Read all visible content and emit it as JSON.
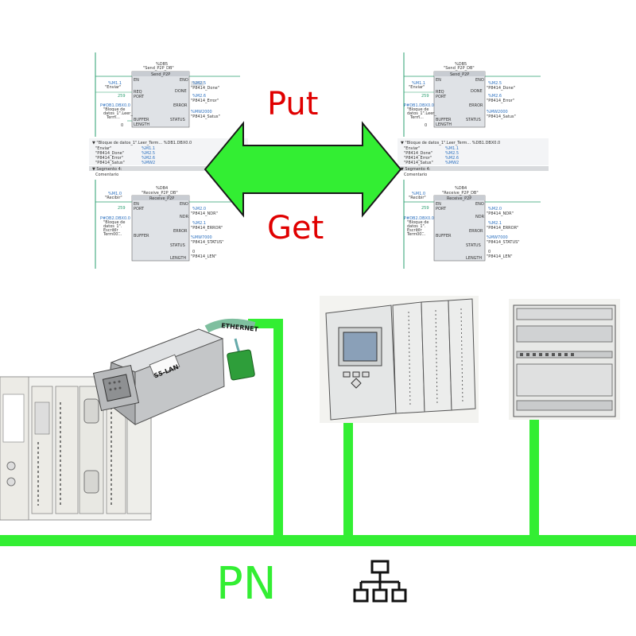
{
  "labels": {
    "put": "Put",
    "get": "Get",
    "network": "PN"
  },
  "ladder_left": {
    "send_block": {
      "db": "%DB5",
      "instance": "\"Send_P2P_DB\"",
      "type": "Send_P2P",
      "en": "EN",
      "eno": "ENO"
    },
    "receive_block": {
      "db": "%DB4",
      "instance": "\"Receive_P2P_DB\"",
      "type": "Receive_P2P",
      "en": "EN",
      "eno": "ENO"
    },
    "send_pins": [
      "REQ",
      "PORT",
      "BUFFER",
      "LENGTH",
      "DONE",
      "ERROR",
      "STATUS"
    ],
    "receive_pins": [
      "PORT",
      "BUFFER",
      "NDR",
      "ERROR",
      "STATUS",
      "LENGTH"
    ],
    "send_inputs": [
      "%M1.1",
      "\"Enviar\"",
      "259",
      "P#DB1.DBX0.0",
      "0"
    ],
    "receive_inputs": [
      "%M1.0",
      "\"Recibir\"",
      "259",
      "P#DB2.DBX0.0"
    ],
    "send_outputs": [
      "%M2.5",
      "\"P8414_Done\"",
      "%M2.6",
      "\"P8414_Error\"",
      "%MW2000",
      "\"P8414_Satus\""
    ],
    "receive_outputs": [
      "%M2.0",
      "\"P8414_NDR\"",
      "%M2.1",
      "\"P8414_ERROR\"",
      "%MW7000",
      "\"P8414_STATUS\"",
      "0",
      "\"P8414_LEN\""
    ],
    "var_header": "\"Bloque de datos_1\".Leer_Term...",
    "var_header_addr": "%DB1.DBX0.0",
    "vars": [
      "\"Enviar\"",
      "\"P8414_Done\"",
      "\"P8414_Error\"",
      "\"P8414_Satus\""
    ],
    "var_addrs": [
      "%M1.1",
      "%M2.5",
      "%M2.6",
      "%MW2"
    ],
    "segment": "Segmento 4:",
    "comment": "Comentario"
  },
  "ladder_right": {
    "send_block": {
      "db": "%DB5",
      "instance": "\"Send_P2P_DB\"",
      "type": "Send_P2P",
      "en": "EN",
      "eno": "ENO"
    },
    "receive_block": {
      "db": "%DB4",
      "instance": "\"Receive_P2P_DB\"",
      "type": "Receive_P2P",
      "en": "EN",
      "eno": "ENO"
    },
    "segment": "Segmento 4:",
    "comment": "Comentario"
  },
  "devices": {
    "adapter_label": "ETHERNET",
    "adapter_brand": "S5-LAN"
  },
  "colors": {
    "arrow": "#33ee33",
    "network_line": "#33ee33",
    "put_get": "#e00000",
    "pn": "#33ee33"
  },
  "icons": [
    "network-topology-icon"
  ]
}
